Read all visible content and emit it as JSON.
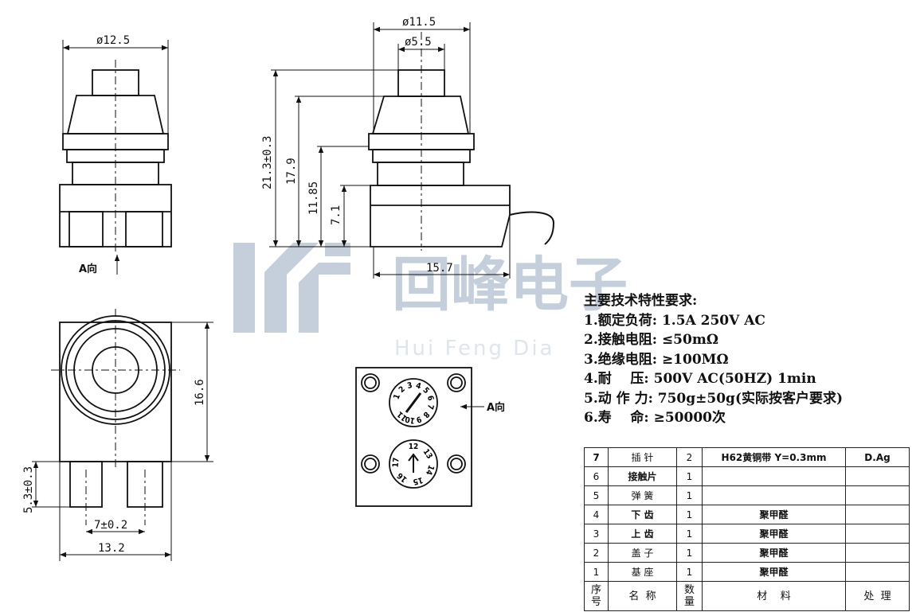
{
  "watermark": {
    "cn": "回峰电子",
    "en": "Hui Feng Dia"
  },
  "dimensions": {
    "d12_5": "ø12.5",
    "d11_5": "ø11.5",
    "d5_5": "ø5.5",
    "h21_3": "21.3±0.3",
    "h17_9": "17.9",
    "h11_85": "11.85",
    "h7_1": "7.1",
    "w15_7": "15.7",
    "h16_6": "16.6",
    "h5_3": "5.3±0.3",
    "w7": "7±0.2",
    "w13_2": "13.2"
  },
  "labels": {
    "a_dir_front": "A向",
    "a_dir_side": "A向"
  },
  "dials": {
    "top": [
      "1",
      "2",
      "3",
      "4",
      "5",
      "6",
      "7",
      "8",
      "9",
      "10",
      "11"
    ],
    "bottom": [
      "12",
      "13",
      "14",
      "15",
      "16",
      "17"
    ]
  },
  "requirements": {
    "title": "主要技术特性要求:",
    "items": [
      "1.额定负荷: 1.5A 250V AC",
      "2.接触电阻: ≤50mΩ",
      "3.绝缘电阻: ≥100MΩ",
      "4.耐    压: 500V AC(50HZ) 1min",
      "5.动 作 力: 750g±50g(实际按客户要求)",
      "6.寿    命: ≥50000次"
    ]
  },
  "bom": {
    "rows": [
      {
        "no": "7",
        "name": "插 针",
        "qty": "2",
        "material": "H62黄铜带 Y=0.3mm",
        "treatment": "D.Ag"
      },
      {
        "no": "6",
        "name": "接触片",
        "qty": "1",
        "material": "",
        "treatment": ""
      },
      {
        "no": "5",
        "name": "弹 簧",
        "qty": "1",
        "material": "",
        "treatment": ""
      },
      {
        "no": "4",
        "name": "下 齿",
        "qty": "1",
        "material": "聚甲醛",
        "treatment": ""
      },
      {
        "no": "3",
        "name": "上 齿",
        "qty": "1",
        "material": "聚甲醛",
        "treatment": ""
      },
      {
        "no": "2",
        "name": "盖 子",
        "qty": "1",
        "material": "聚甲醛",
        "treatment": ""
      },
      {
        "no": "1",
        "name": "基 座",
        "qty": "1",
        "material": "聚甲醛",
        "treatment": ""
      }
    ],
    "header": {
      "no": "序号",
      "name": "名  称",
      "qty": "数量",
      "material": "材    料",
      "treatment": "处  理"
    }
  }
}
